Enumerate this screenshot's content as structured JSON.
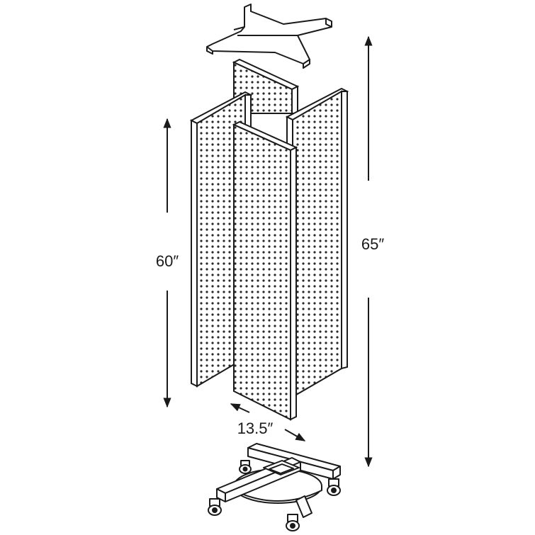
{
  "dimensions": {
    "height_panel": "60″",
    "height_total": "65″",
    "width_panel": "13.5″"
  },
  "colors": {
    "line": "#1a1a1a",
    "hole": "#2a2a2a",
    "panel_fill": "#ffffff",
    "background": "#ffffff"
  }
}
